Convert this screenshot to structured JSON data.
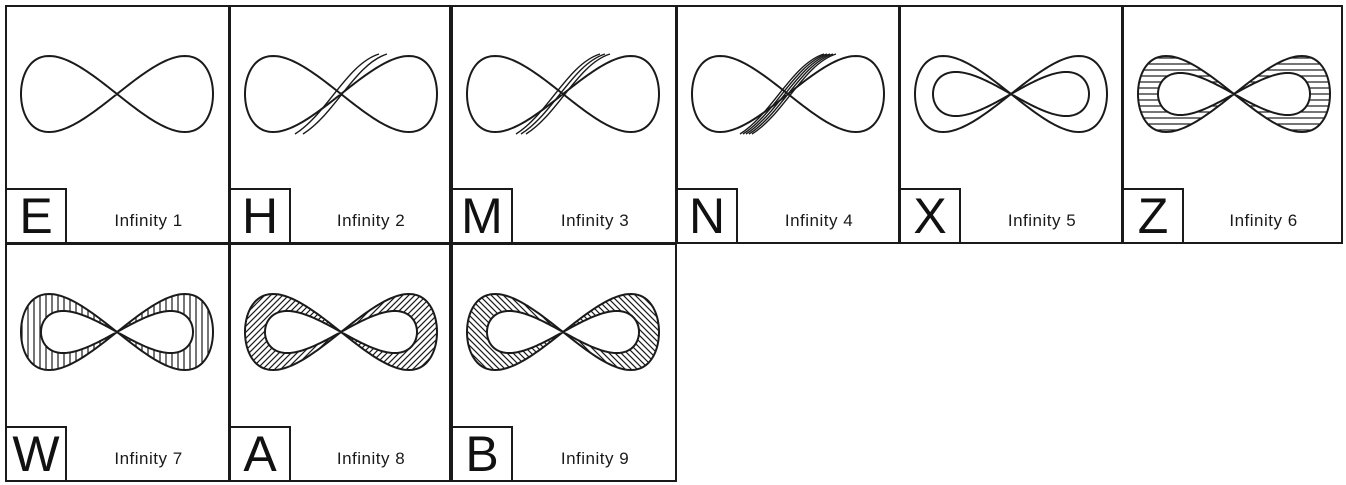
{
  "cards": [
    {
      "letter": "E",
      "label": "Infinity 1",
      "variant": "plain"
    },
    {
      "letter": "H",
      "label": "Infinity 2",
      "variant": "twist-band"
    },
    {
      "letter": "M",
      "label": "Infinity 3",
      "variant": "twist-lines-3"
    },
    {
      "letter": "N",
      "label": "Infinity 4",
      "variant": "twist-lines-5"
    },
    {
      "letter": "X",
      "label": "Infinity 5",
      "variant": "outlined-band"
    },
    {
      "letter": "Z",
      "label": "Infinity 6",
      "variant": "hatch-horizontal"
    },
    {
      "letter": "W",
      "label": "Infinity 7",
      "variant": "hatch-vertical"
    },
    {
      "letter": "A",
      "label": "Infinity 8",
      "variant": "hatch-diagonal"
    },
    {
      "letter": "B",
      "label": "Infinity 9",
      "variant": "hatch-diagonal-reverse"
    }
  ],
  "colors": {
    "stroke": "#1a1a1a",
    "background": "#ffffff"
  }
}
